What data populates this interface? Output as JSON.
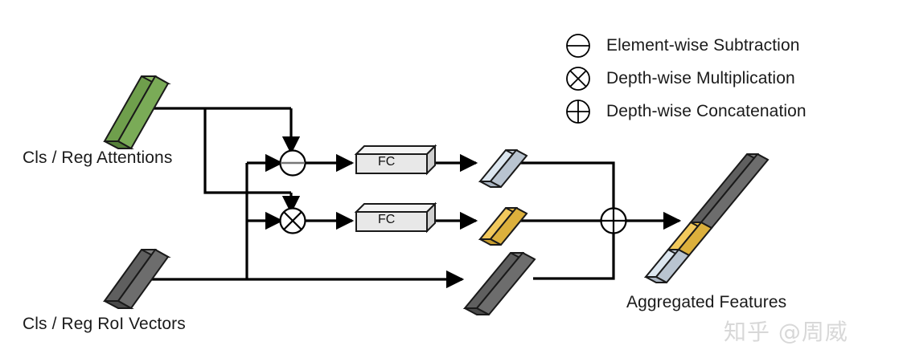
{
  "figure": {
    "type": "architecture-diagram",
    "background_color": "#ffffff"
  },
  "inputs": {
    "attentions": {
      "label": "Cls / Reg Attentions",
      "bar_color_front": "#6f9f4c",
      "bar_color_top": "#8cbb64",
      "bar_color_side": "#56803a"
    },
    "roi_vectors": {
      "label": "Cls / Reg RoI Vectors",
      "bar_color_front": "#5f5f5f",
      "bar_color_top": "#7d7d7d",
      "bar_color_side": "#4a4a4a"
    }
  },
  "operators": {
    "subtract": {
      "name": "Element-wise Subtraction",
      "glyph": "minus-circle"
    },
    "multiply": {
      "name": "Depth-wise Multiplication",
      "glyph": "times-circle"
    },
    "concat": {
      "name": "Depth-wise Concatenation",
      "glyph": "plus-circle"
    }
  },
  "blocks": {
    "fc_top": {
      "label": "FC"
    },
    "fc_bottom": {
      "label": "FC"
    }
  },
  "intermediate_bars": {
    "sub_branch": {
      "name": "subtraction-feature-bar",
      "color_front": "#dce6ef",
      "color_top": "#c4cdd8",
      "color_side": "#aab5c2"
    },
    "mul_branch": {
      "name": "multiplication-feature-bar",
      "color_front": "#f2c95c",
      "color_top": "#e8bb45",
      "color_side": "#c79c2e"
    },
    "roi_branch": {
      "name": "roi-feature-bar",
      "color_front": "#5f5f5f",
      "color_top": "#7d7d7d",
      "color_side": "#4a4a4a"
    }
  },
  "output": {
    "label": "Aggregated Features",
    "segments": [
      {
        "name": "subtraction-segment",
        "color_front": "#dce6ef",
        "color_top": "#c4cdd8"
      },
      {
        "name": "multiplication-segment",
        "color_front": "#f2c95c",
        "color_top": "#e8bb45"
      },
      {
        "name": "roi-segment",
        "color_front": "#5f5f5f",
        "color_top": "#7d7d7d"
      }
    ]
  },
  "legend": {
    "items": [
      {
        "glyph": "minus-circle",
        "label": "Element-wise Subtraction"
      },
      {
        "glyph": "times-circle",
        "label": "Depth-wise Multiplication"
      },
      {
        "glyph": "plus-circle",
        "label": "Depth-wise Concatenation"
      }
    ]
  },
  "watermark": {
    "text": "知乎 @周威"
  }
}
